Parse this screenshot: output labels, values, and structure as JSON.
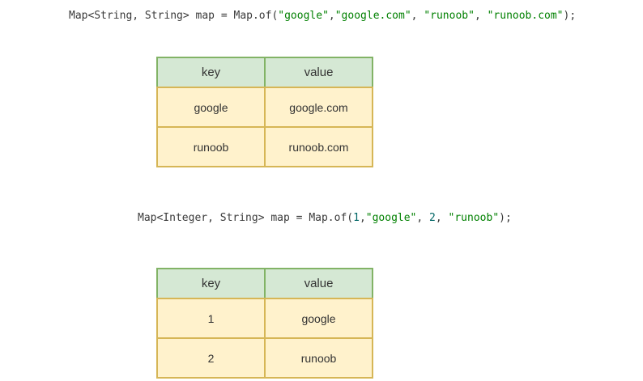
{
  "page": {
    "background": "#ffffff"
  },
  "colors": {
    "code_text": "#3a3a3a",
    "code_string": "#008000",
    "code_number": "#006666",
    "table_header_fill": "#d5e8d4",
    "table_header_stroke": "#82b366",
    "table_cell_fill": "#fff2cc",
    "table_cell_stroke": "#d6b656",
    "table_text": "#333333"
  },
  "code_blocks": [
    {
      "name": "map-string-example",
      "full_text": "Map<String, String> map = Map.of(\"google\",\"google.com\", \"runoob\", \"runoob.com\");",
      "segments": [
        {
          "type": "plain",
          "text": "Map<String, String> map = Map.of("
        },
        {
          "type": "string",
          "text": "\"google\""
        },
        {
          "type": "plain",
          "text": ","
        },
        {
          "type": "string",
          "text": "\"google.com\""
        },
        {
          "type": "plain",
          "text": ", "
        },
        {
          "type": "string",
          "text": "\"runoob\""
        },
        {
          "type": "plain",
          "text": ", "
        },
        {
          "type": "string",
          "text": "\"runoob.com\""
        },
        {
          "type": "plain",
          "text": ");"
        }
      ]
    },
    {
      "name": "map-integer-example",
      "full_text": "Map<Integer, String> map = Map.of(1,\"google\", 2, \"runoob\");",
      "segments": [
        {
          "type": "plain",
          "text": "Map<Integer, String> map = Map.of("
        },
        {
          "type": "number",
          "text": "1"
        },
        {
          "type": "plain",
          "text": ","
        },
        {
          "type": "string",
          "text": "\"google\""
        },
        {
          "type": "plain",
          "text": ", "
        },
        {
          "type": "number",
          "text": "2"
        },
        {
          "type": "plain",
          "text": ", "
        },
        {
          "type": "string",
          "text": "\"runoob\""
        },
        {
          "type": "plain",
          "text": ");"
        }
      ]
    }
  ],
  "tables": [
    {
      "name": "string-map-table",
      "headers": [
        "key",
        "value"
      ],
      "rows": [
        [
          "google",
          "google.com"
        ],
        [
          "runoob",
          "runoob.com"
        ]
      ]
    },
    {
      "name": "integer-map-table",
      "headers": [
        "key",
        "value"
      ],
      "rows": [
        [
          "1",
          "google"
        ],
        [
          "2",
          "runoob"
        ]
      ]
    }
  ]
}
